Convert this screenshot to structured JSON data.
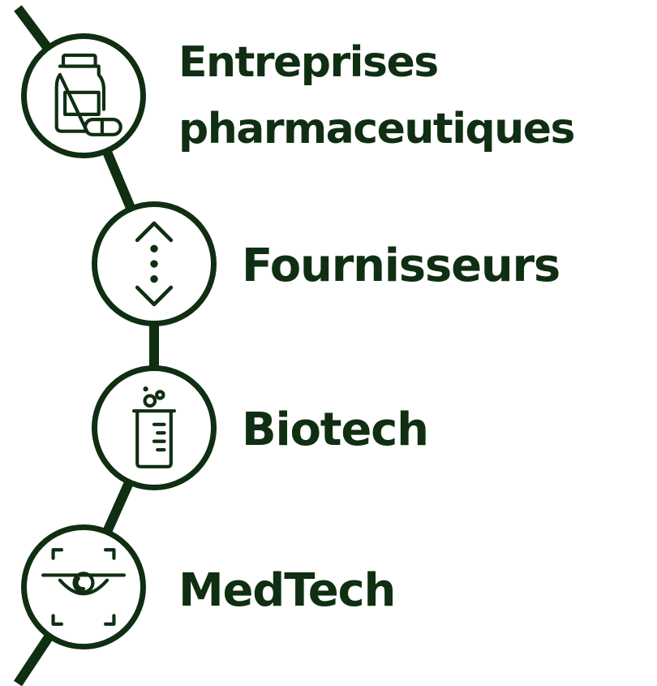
{
  "colors": {
    "dark_green": "#0f2e12",
    "background": "#ffffff"
  },
  "items": [
    {
      "label_lines": [
        "Entreprises",
        "pharmaceutiques"
      ],
      "icon": "pill-bottle-icon"
    },
    {
      "label_lines": [
        "Fournisseurs"
      ],
      "icon": "vertical-expand-icon"
    },
    {
      "label_lines": [
        "Biotech"
      ],
      "icon": "beaker-bubbles-icon"
    },
    {
      "label_lines": [
        "MedTech"
      ],
      "icon": "eye-scan-icon"
    }
  ]
}
